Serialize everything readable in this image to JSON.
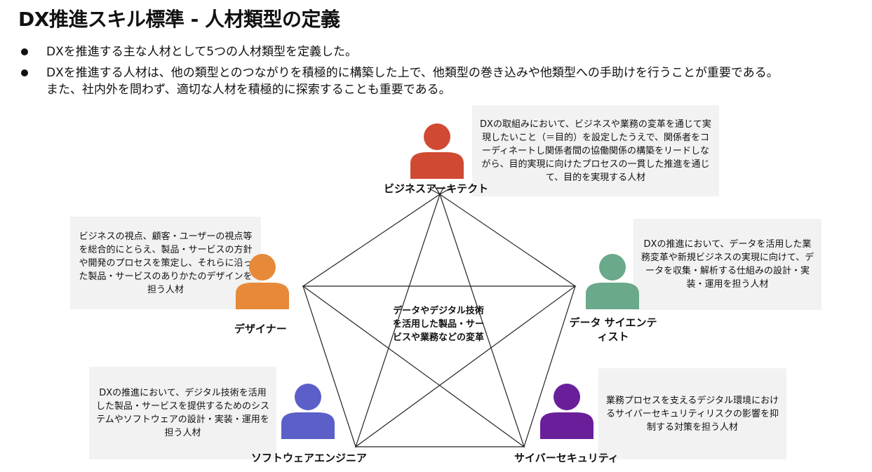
{
  "title": "DX推進スキル標準 - 人材類型の定義",
  "bullets": [
    "DXを推進する主な人材として5つの人材類型を定義した。",
    "DXを推進する人材は、他の類型とのつながりを積極的に構築した上で、他類型の巻き込みや他類型への手助けを行うことが重要である。",
    "また、社内外を問わず、適切な人材を積極的に探索することも重要である。"
  ],
  "center": "データやデジタル技術を活用した製品・サービスや業務などの変革",
  "roles": {
    "architect": {
      "name": "ビジネスアーキテクト",
      "desc": "DXの取組みにおいて、ビジネスや業務の変革を通じて実現したいこと（＝目的）を設定したうえで、関係者をコーディネートし関係者間の協働関係の構築をリードしながら、目的実現に向けたプロセスの一貫した推進を通じて、目的を実現する人材",
      "color": "#d04a33"
    },
    "designer": {
      "name": "デザイナー",
      "desc": "ビジネスの視点、顧客・ユーザーの視点等を総合的にとらえ、製品・サービスの方針や開発のプロセスを策定し、それらに沿った製品・サービスのありかたのデザインを担う人材",
      "color": "#e68a3a"
    },
    "data": {
      "name": "データ サイエンティスト",
      "desc": "DXの推進において、データを活用した業務変革や新規ビジネスの実現に向けて、データを収集・解析する仕組みの設計・実装・運用を担う人材",
      "color": "#6aa98a"
    },
    "engineer": {
      "name": "ソフトウェアエンジニア",
      "desc": "DXの推進において、デジタル技術を活用した製品・サービスを提供するためのシステムやソフトウェアの設計・実装・運用を担う人材",
      "color": "#5b5fc7"
    },
    "security": {
      "name": "サイバーセキュリティ",
      "desc": "業務プロセスを支えるデジタル環境におけるサイバーセキュリティリスクの影響を抑制する対策を担う人材",
      "color": "#6a1f9a"
    }
  }
}
